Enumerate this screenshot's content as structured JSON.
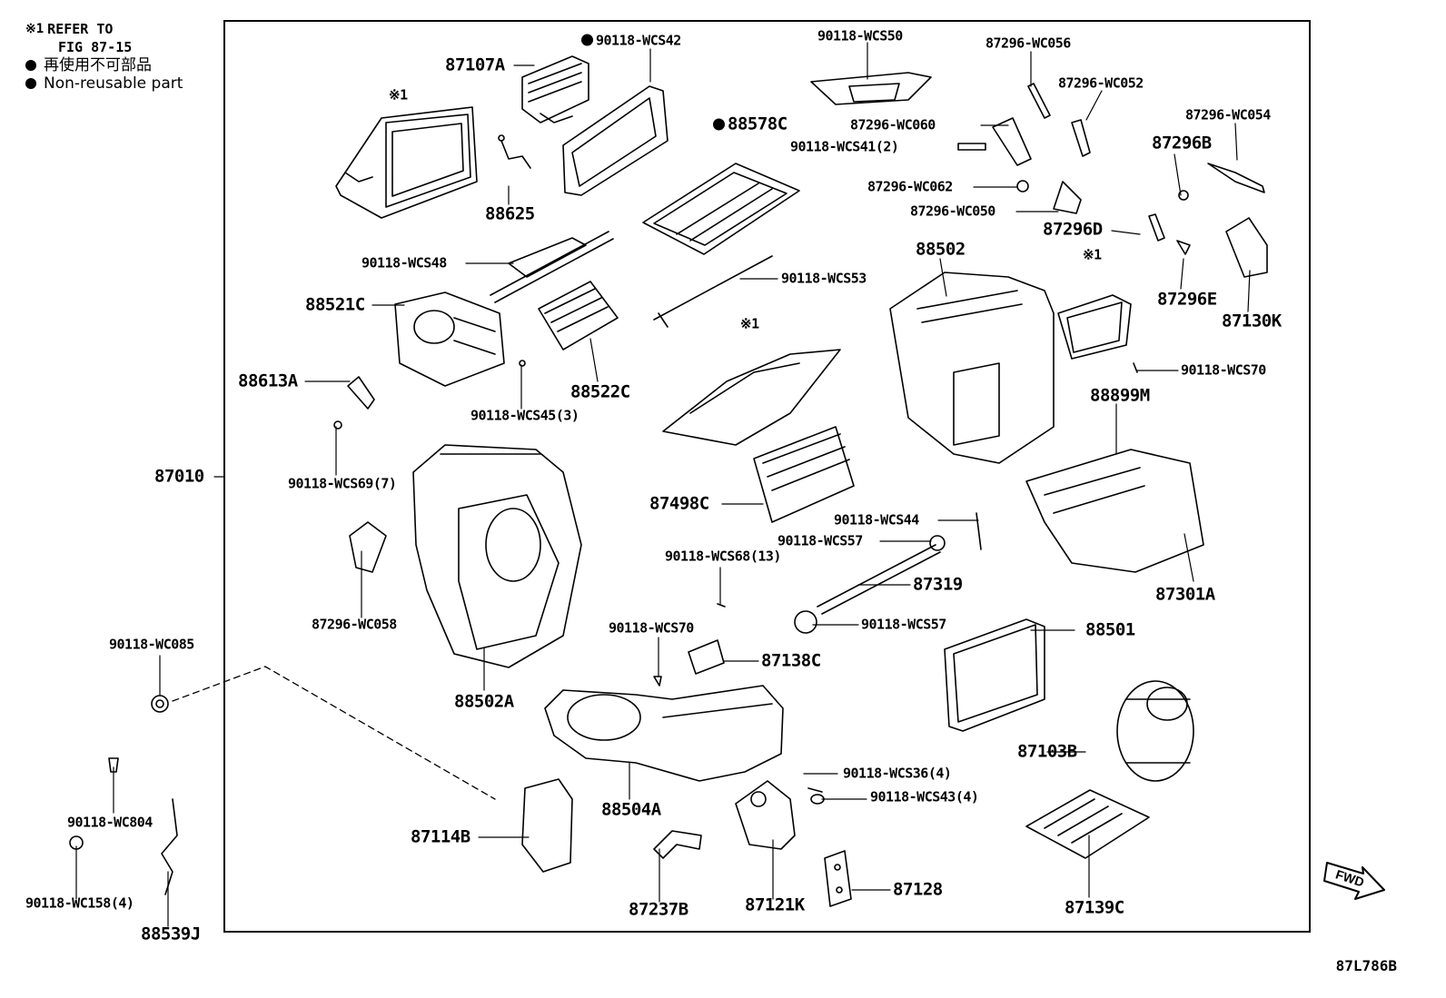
{
  "legend": {
    "ref_mark": "※1",
    "ref_line1": "REFER TO",
    "ref_line2": "FIG 87-15",
    "nonreusable_jp": "再使用不可部品",
    "nonreusable_en": "Non-reusable part"
  },
  "figure_code": "87L786B",
  "fwd_label": "FWD",
  "ref_mark": "※1",
  "parts": [
    {
      "label": "87010"
    },
    {
      "label": "87107A"
    },
    {
      "label": "90118-WCS42",
      "nonreusable": true
    },
    {
      "label": "88625"
    },
    {
      "label": "90118-WCS50"
    },
    {
      "label": "88578C",
      "nonreusable": true
    },
    {
      "label": "87296-WC056"
    },
    {
      "label": "87296-WC052"
    },
    {
      "label": "87296-WC060"
    },
    {
      "label": "90118-WCS41(2)"
    },
    {
      "label": "87296-WC054"
    },
    {
      "label": "87296B"
    },
    {
      "label": "87296-WC062"
    },
    {
      "label": "87296-WC050"
    },
    {
      "label": "87296D"
    },
    {
      "label": "87296E"
    },
    {
      "label": "87130K"
    },
    {
      "label": "90118-WCS48"
    },
    {
      "label": "90118-WCS53"
    },
    {
      "label": "88521C"
    },
    {
      "label": "88502"
    },
    {
      "label": "90118-WCS70"
    },
    {
      "label": "88613A"
    },
    {
      "label": "88522C"
    },
    {
      "label": "90118-WCS45(3)"
    },
    {
      "label": "88899M"
    },
    {
      "label": "90118-WCS69(7)"
    },
    {
      "label": "87498C"
    },
    {
      "label": "90118-WCS44"
    },
    {
      "label": "90118-WCS57"
    },
    {
      "label": "90118-WCS68(13)"
    },
    {
      "label": "87319"
    },
    {
      "label": "87301A"
    },
    {
      "label": "87296-WC058"
    },
    {
      "label": "90118-WCS70"
    },
    {
      "label": "90118-WCS57"
    },
    {
      "label": "88501"
    },
    {
      "label": "87138C"
    },
    {
      "label": "90118-WC085"
    },
    {
      "label": "88502A"
    },
    {
      "label": "87103B"
    },
    {
      "label": "90118-WCS36(4)"
    },
    {
      "label": "90118-WCS43(4)"
    },
    {
      "label": "88504A"
    },
    {
      "label": "90118-WC804"
    },
    {
      "label": "87114B"
    },
    {
      "label": "87128"
    },
    {
      "label": "90118-WC158(4)"
    },
    {
      "label": "87237B"
    },
    {
      "label": "87121K"
    },
    {
      "label": "87139C"
    },
    {
      "label": "88539J"
    }
  ]
}
